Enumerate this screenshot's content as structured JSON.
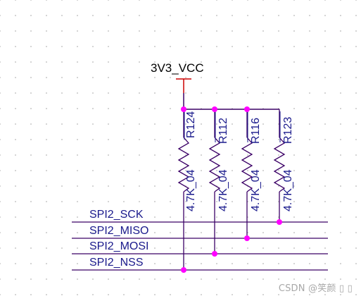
{
  "power": {
    "label": "3V3_VCC",
    "color": "#cc0000"
  },
  "colors": {
    "wire": "#3b0066",
    "junction": "#ff00ff",
    "label": "#1a1a8c",
    "designator": "#1a1a8c"
  },
  "resistors": [
    {
      "designator": "R124",
      "value": "4.7K_04"
    },
    {
      "designator": "R112",
      "value": "4.7K_04"
    },
    {
      "designator": "R116",
      "value": "4.7K_04"
    },
    {
      "designator": "R123",
      "value": "4.7K_04"
    }
  ],
  "nets": [
    {
      "name": "SPI2_SCK"
    },
    {
      "name": "SPI2_MISO"
    },
    {
      "name": "SPI2_MOSI"
    },
    {
      "name": "SPI2_NSS"
    }
  ],
  "watermark": "CSDN @笑颜 ▯ ▯"
}
